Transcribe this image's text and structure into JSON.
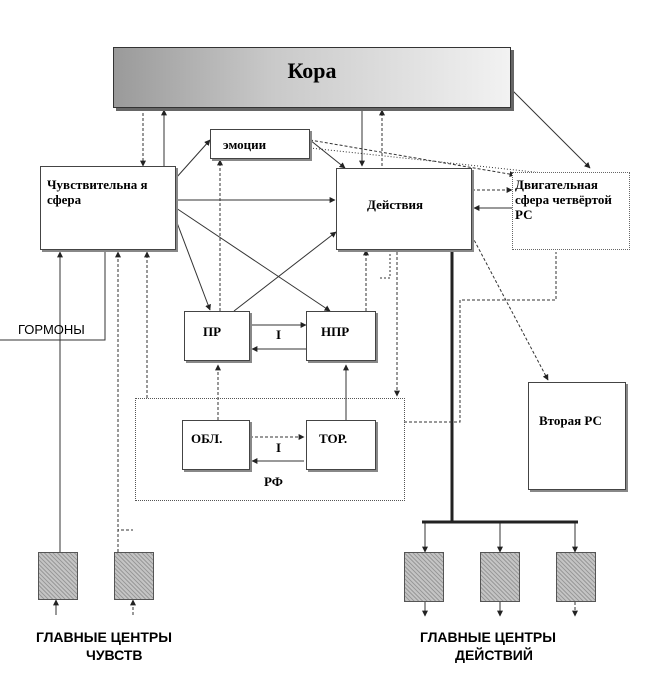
{
  "nodes": {
    "cortex": "Кора",
    "emotions": "эмоции",
    "sensory": "Чувствительна я сфера",
    "actions": "Действия",
    "motor": "Двигательная сфера четвёртой РС",
    "pr": "ПР",
    "npr": "НПР",
    "obl": "ОБЛ.",
    "tor": "ТОР.",
    "rf": "РФ",
    "second_rs": "Вторая РС",
    "i_upper": "I",
    "i_lower": "I"
  },
  "labels": {
    "hormones": "ГОРМОНЫ",
    "sensory_centers_line1": "ГЛАВНЫЕ ЦЕНТРЫ",
    "sensory_centers_line2": "ЧУВСТВ",
    "action_centers_line1": "ГЛАВНЫЕ ЦЕНТРЫ",
    "action_centers_line2": "ДЕЙСТВИЙ"
  }
}
